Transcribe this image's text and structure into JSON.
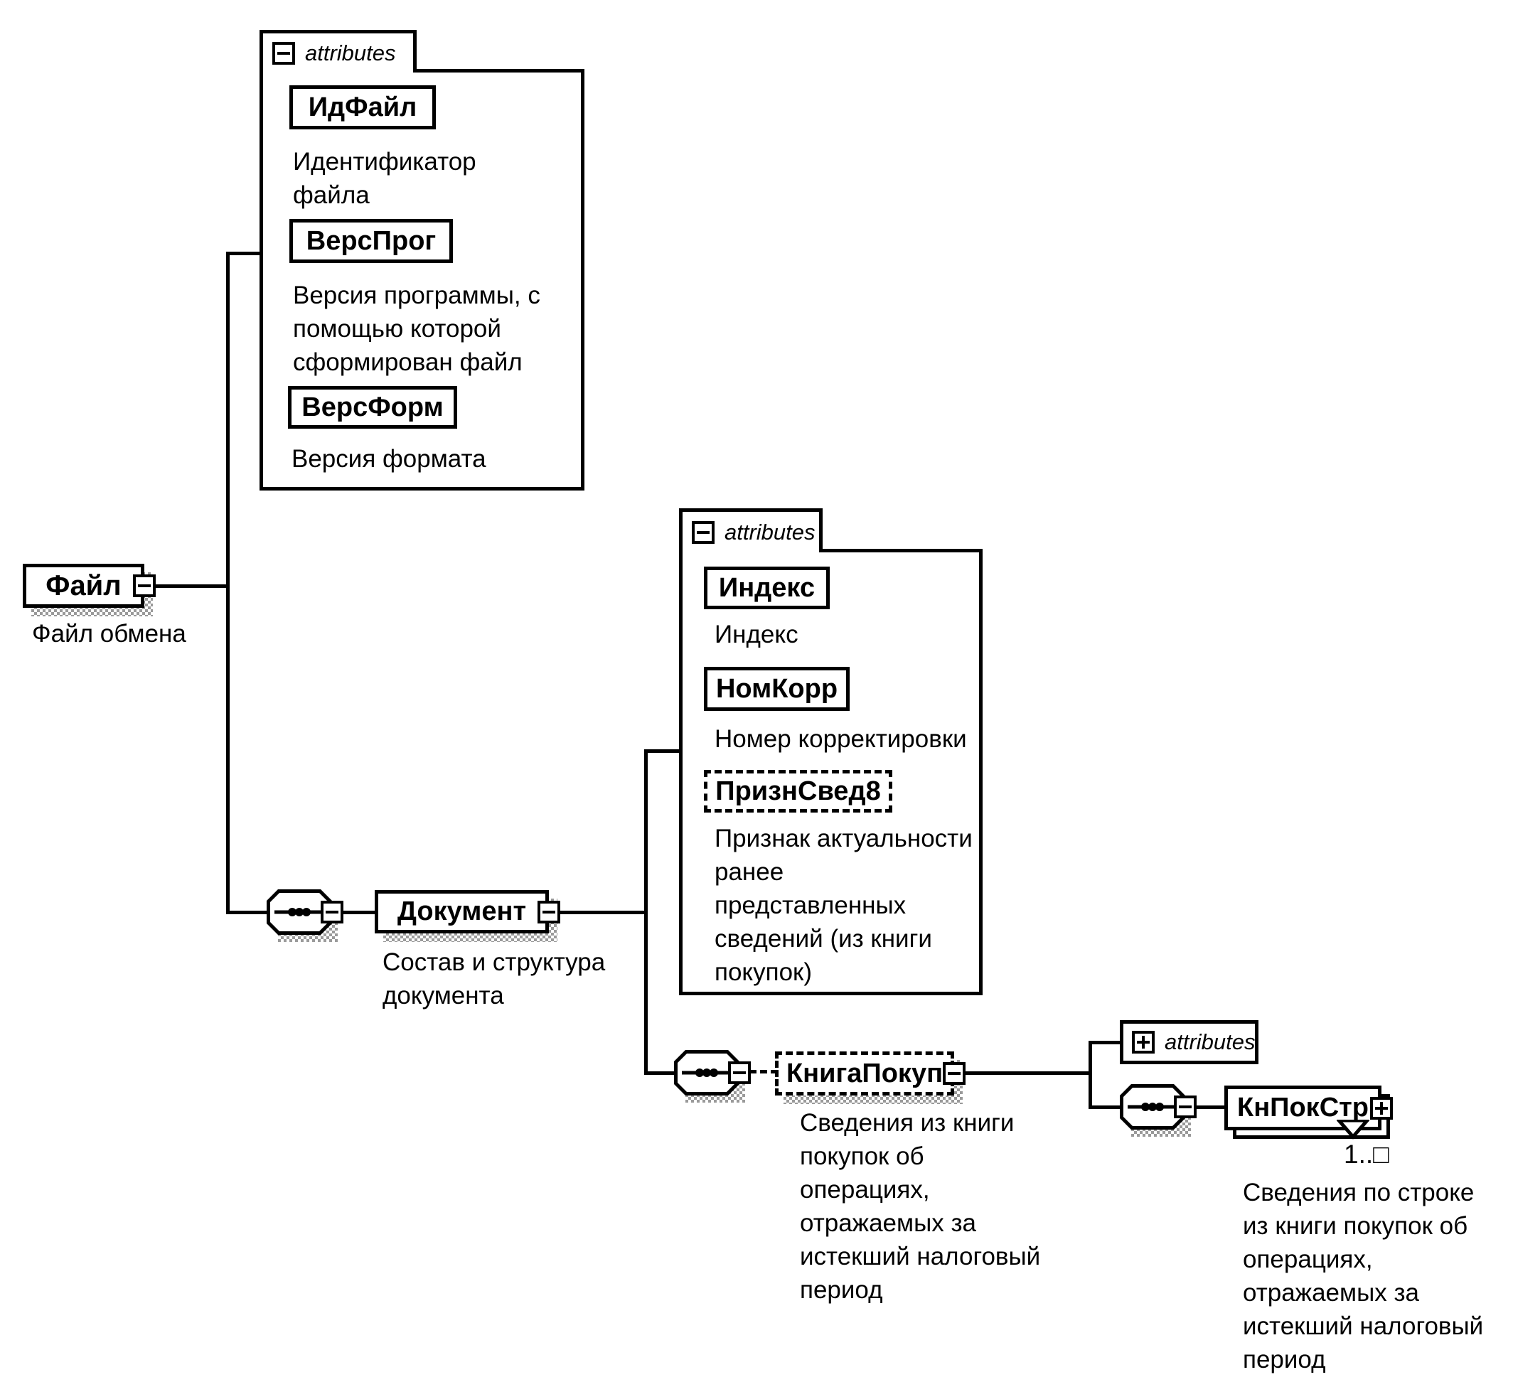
{
  "colors": {
    "line": "#000000",
    "shadow": "#9a9a9a",
    "background": "#ffffff"
  },
  "nodes": {
    "file": {
      "label": "Файл",
      "description": "Файл обмена"
    },
    "file_attributes": {
      "header": "attributes",
      "items": [
        {
          "name": "ИдФайл",
          "description": "Идентификатор\nфайла"
        },
        {
          "name": "ВерсПрог",
          "description": "Версия программы, с\nпомощью которой\nсформирован файл"
        },
        {
          "name": "ВерсФорм",
          "description": "Версия формата"
        }
      ]
    },
    "document": {
      "label": "Документ",
      "description": "Состав и структура\nдокумента"
    },
    "document_attributes": {
      "header": "attributes",
      "items": [
        {
          "name": "Индекс",
          "description": "Индекс"
        },
        {
          "name": "НомКорр",
          "description": "Номер корректировки"
        },
        {
          "name": "ПризнСвед8",
          "description": "Признак актуальности\nранее\nпредставленных\nсведений (из книги\nпокупок)"
        }
      ]
    },
    "kniga_pokup": {
      "label": "КнигаПокуп",
      "description": "Сведения из книги\nпокупок об\nоперациях,\nотражаемых за\nистекший налоговый\nпериод"
    },
    "kniga_pokup_attributes": {
      "header": "attributes"
    },
    "kn_pok_str": {
      "label": "КнПокСтр",
      "occurrence": "1..□",
      "description": "Сведения по строке\nиз книги покупок об\nоперациях,\nотражаемых за\nистекший налоговый\nпериод"
    }
  }
}
